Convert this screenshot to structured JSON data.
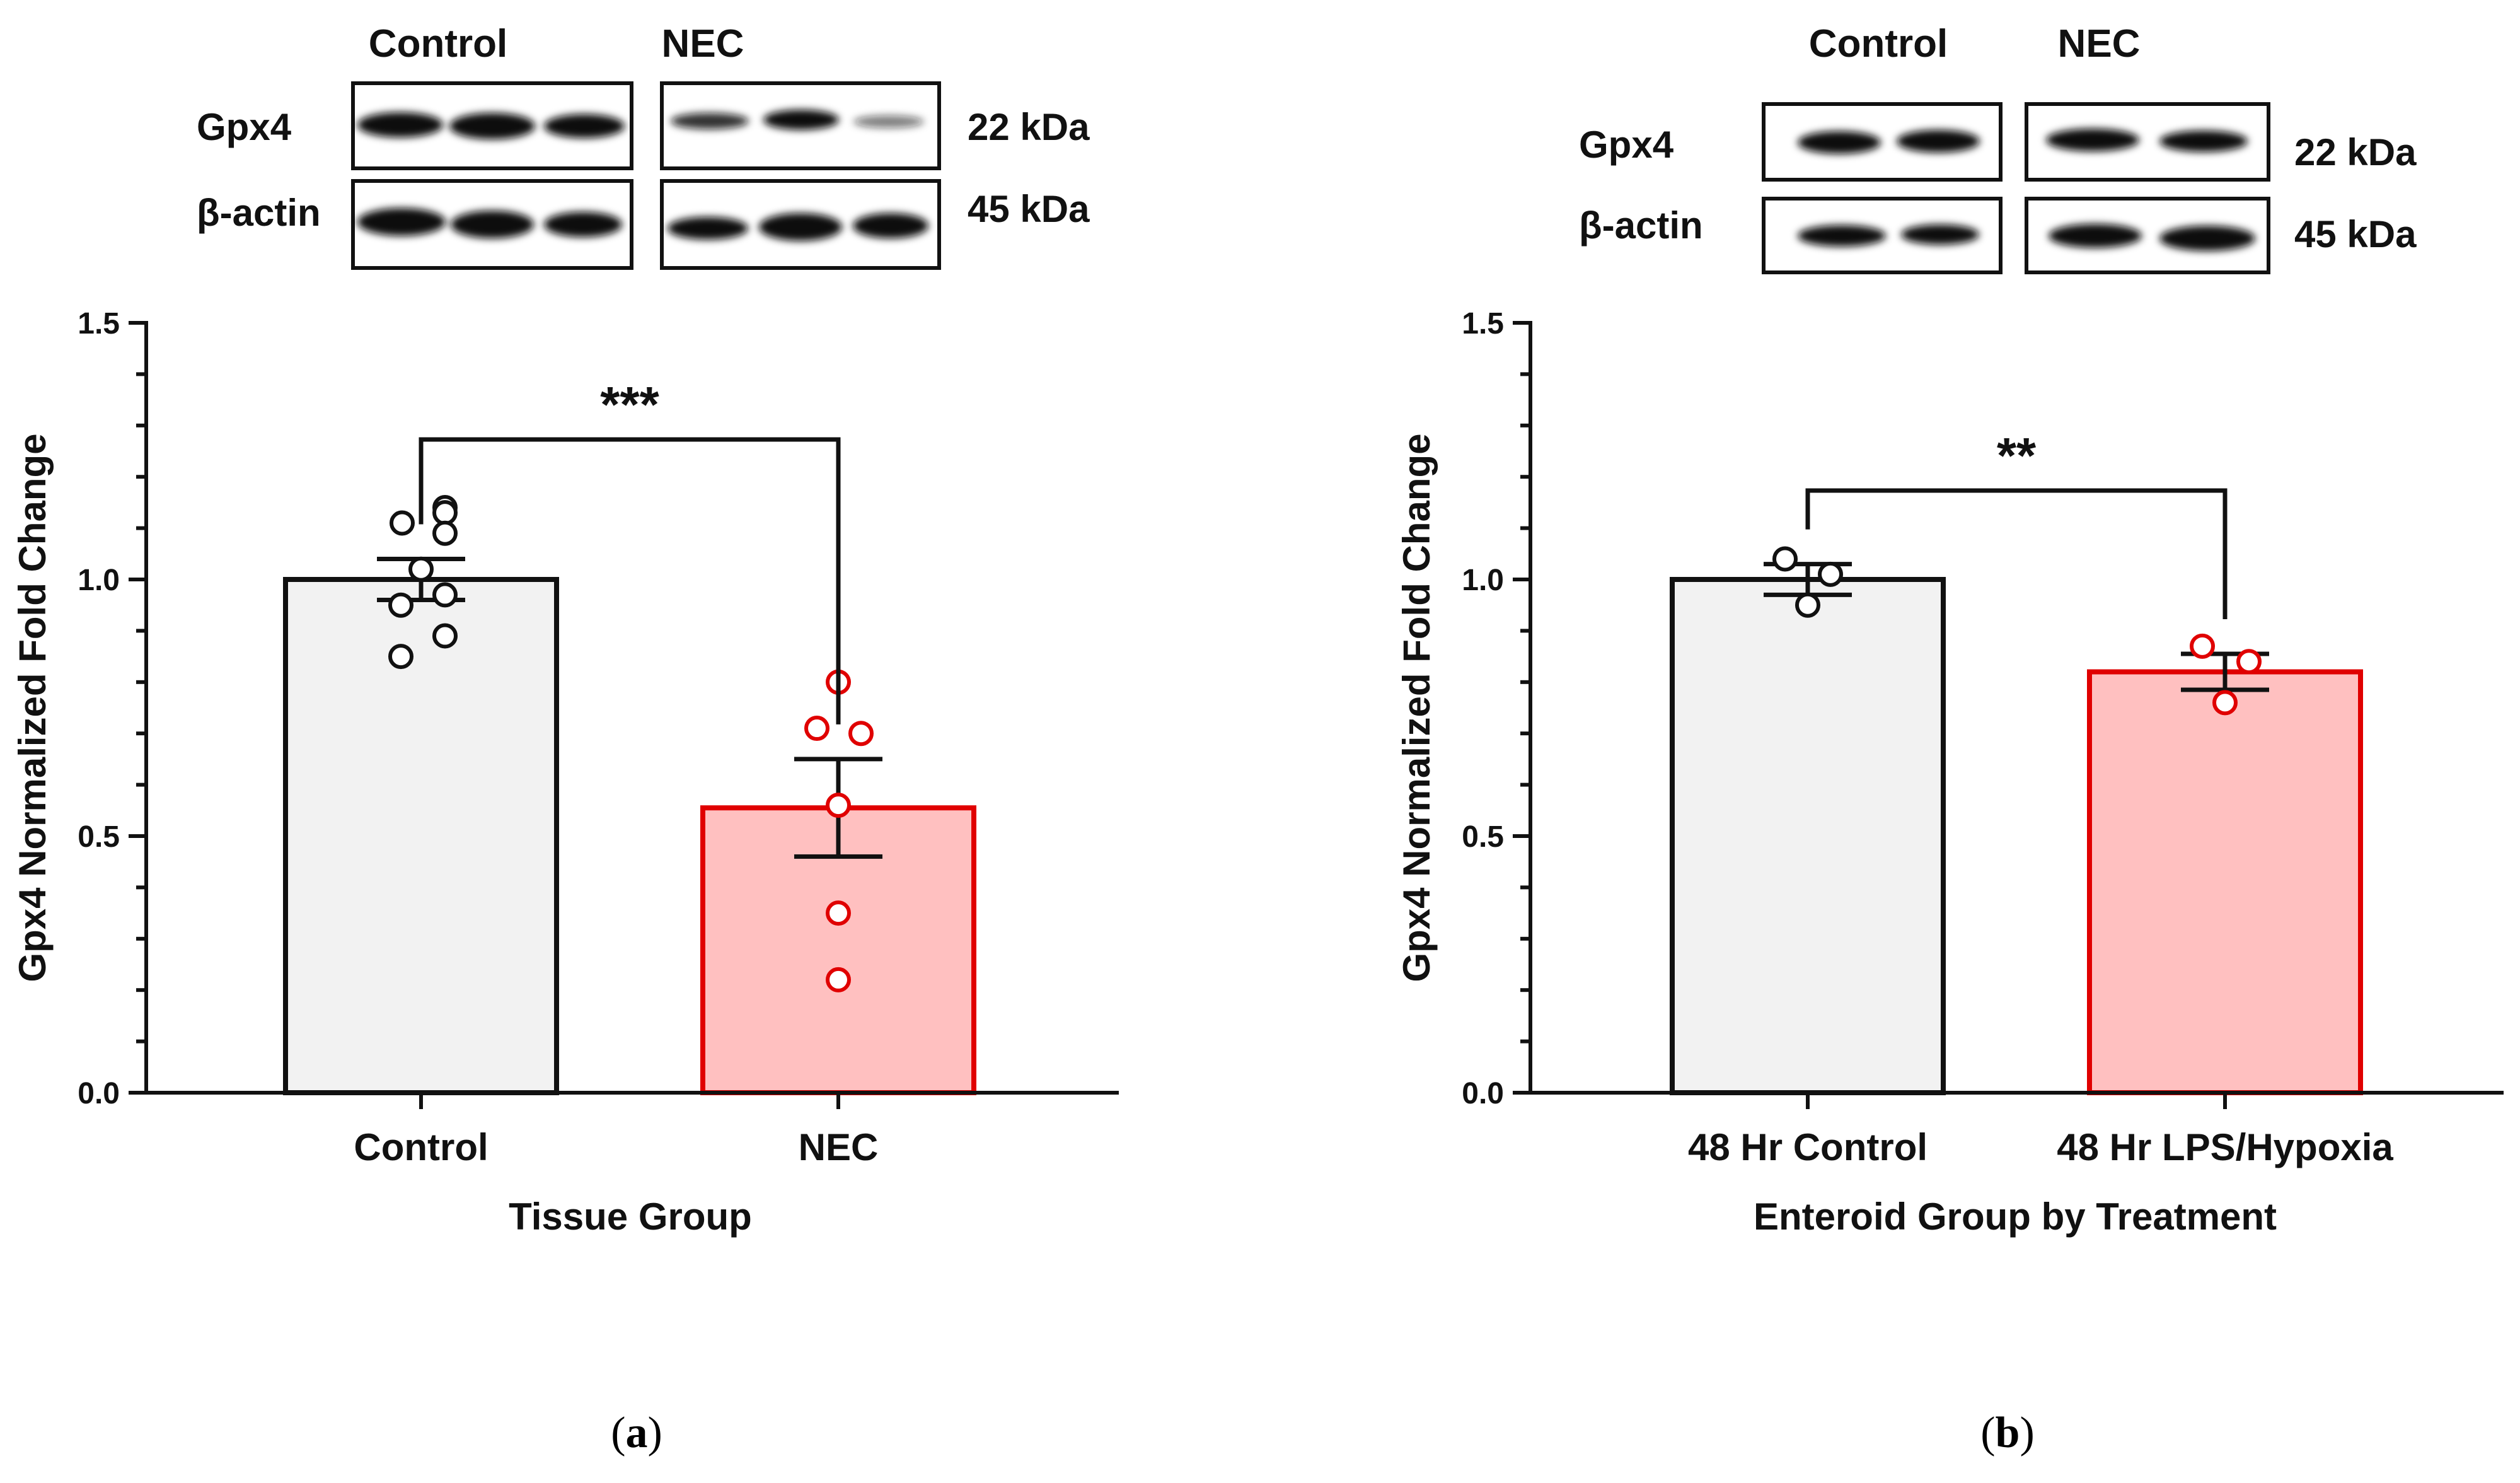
{
  "panels": [
    {
      "id": "a",
      "caption": "a",
      "blot": {
        "group_headers": [
          "Control",
          "NEC"
        ],
        "rows": [
          {
            "protein": "Gpx4",
            "size": "22 kDa"
          },
          {
            "protein": "β-actin",
            "size": "45 kDa"
          }
        ]
      }
    },
    {
      "id": "b",
      "caption": "b",
      "blot": {
        "group_headers": [
          "Control",
          "NEC"
        ],
        "rows": [
          {
            "protein": "Gpx4",
            "size": "22 kDa"
          },
          {
            "protein": "β-actin",
            "size": "45 kDa"
          }
        ]
      }
    }
  ],
  "colors": {
    "control_fill": "#f2f2f2",
    "control_stroke": "#111111",
    "treat_fill": "#ffc0c0",
    "treat_stroke": "#e00000",
    "axis": "#111111"
  },
  "chart_data": [
    {
      "type": "bar",
      "categories": [
        "Control",
        "NEC"
      ],
      "values": [
        1.0,
        0.555
      ],
      "sem": [
        0.04,
        0.095
      ],
      "points": [
        [
          1.14,
          1.11,
          1.13,
          1.09,
          1.02,
          0.95,
          0.97,
          0.89,
          0.85
        ],
        [
          0.8,
          0.71,
          0.7,
          0.56,
          0.35,
          0.22
        ]
      ],
      "xlabel": "Tissue Group",
      "ylabel": "Gpx4 Normalized Fold Change",
      "ylim": [
        0,
        1.5
      ],
      "yticks": [
        "0.0",
        "0.5",
        "1.0",
        "1.5"
      ],
      "significance": "***"
    },
    {
      "type": "bar",
      "categories": [
        "48 Hr Control",
        "48 Hr LPS/Hypoxia"
      ],
      "values": [
        1.0,
        0.82
      ],
      "sem": [
        0.03,
        0.035
      ],
      "points": [
        [
          1.04,
          1.01,
          0.95
        ],
        [
          0.87,
          0.84,
          0.76
        ]
      ],
      "xlabel": "Enteroid Group by Treatment",
      "ylabel": "Gpx4 Normalized Fold Change",
      "ylim": [
        0,
        1.5
      ],
      "yticks": [
        "0.0",
        "0.5",
        "1.0",
        "1.5"
      ],
      "significance": "**"
    }
  ]
}
